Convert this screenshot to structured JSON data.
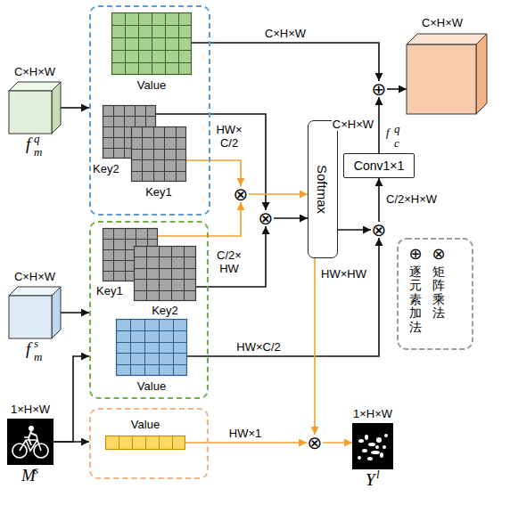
{
  "diagram": {
    "nodes": [
      {
        "text": [
          "C×H×W",
          "f",
          "q",
          "m"
        ]
      },
      {
        "text": []
      },
      {
        "text": [
          "Value"
        ],
        "in": 1
      },
      {
        "text": [
          "Key2"
        ],
        "in": 1
      },
      {
        "text": [
          "Key1"
        ],
        "in": 1
      },
      {
        "text": [
          "C×H×W",
          "f",
          "s",
          "m"
        ]
      },
      {
        "text": []
      },
      {
        "text": [
          "Key1"
        ],
        "in": 6
      },
      {
        "text": [
          "Key2"
        ],
        "in": 6
      },
      {
        "text": [
          "Value"
        ],
        "in": 6
      },
      {
        "text": [
          "1×H×W",
          "M",
          "s"
        ]
      },
      {
        "text": []
      },
      {
        "text": [
          "Value"
        ],
        "in": 11
      },
      {
        "text": [
          "⊗"
        ]
      },
      {
        "text": [
          "⊗"
        ]
      },
      {
        "text": [
          "Softmax"
        ]
      },
      {
        "text": [
          "⊗"
        ]
      },
      {
        "text": [
          "Conv1×1"
        ]
      },
      {
        "text": [
          "⊕"
        ]
      },
      {
        "text": [
          "C×H×W"
        ]
      },
      {
        "text": [
          "⊗"
        ]
      },
      {
        "text": [
          "1×H×W",
          "Y",
          "l"
        ]
      }
    ],
    "edges": [
      {
        "from": 0,
        "to": 1,
        "arrow": "to"
      },
      {
        "from": 2,
        "to": 18,
        "label": "C×H×W",
        "arrow": "to"
      },
      {
        "from": 4,
        "to": 13,
        "label": "HW× C/2",
        "arrow": "to"
      },
      {
        "from": 3,
        "to": 14,
        "arrow": "to"
      },
      {
        "from": 5,
        "to": 6,
        "arrow": "to"
      },
      {
        "from": 7,
        "to": 13,
        "arrow": "to"
      },
      {
        "from": 8,
        "to": 14,
        "label": "C/2× HW",
        "arrow": "to"
      },
      {
        "from": 9,
        "to": 16,
        "label": "HW×C/2",
        "arrow": "to"
      },
      {
        "from": 10,
        "to": 6,
        "arrow": "to"
      },
      {
        "from": 10,
        "to": 11,
        "arrow": "to"
      },
      {
        "from": 12,
        "to": 20,
        "label": "HW×1",
        "arrow": "to"
      },
      {
        "from": 13,
        "to": 15,
        "arrow": "to"
      },
      {
        "from": 14,
        "to": 15,
        "arrow": "to"
      },
      {
        "from": 15,
        "to": 16,
        "arrow": "to"
      },
      {
        "from": 15,
        "to": 20,
        "label": "HW×HW",
        "arrow": "to"
      },
      {
        "from": 16,
        "to": 17,
        "label": "C/2×H×W",
        "arrow": "to"
      },
      {
        "from": 17,
        "to": 18,
        "label": "C×H×W",
        "arrow": "to"
      },
      {
        "from": 18,
        "to": 19,
        "arrow": "to"
      },
      {
        "from": 20,
        "to": 21,
        "arrow": "to"
      }
    ],
    "labels": [
      "f",
      "q",
      "c",
      "⊗",
      "⊕"
    ],
    "legend": [
      {
        "text": "矩阵乘法"
      },
      {
        "text": "逐元素加法"
      }
    ]
  }
}
